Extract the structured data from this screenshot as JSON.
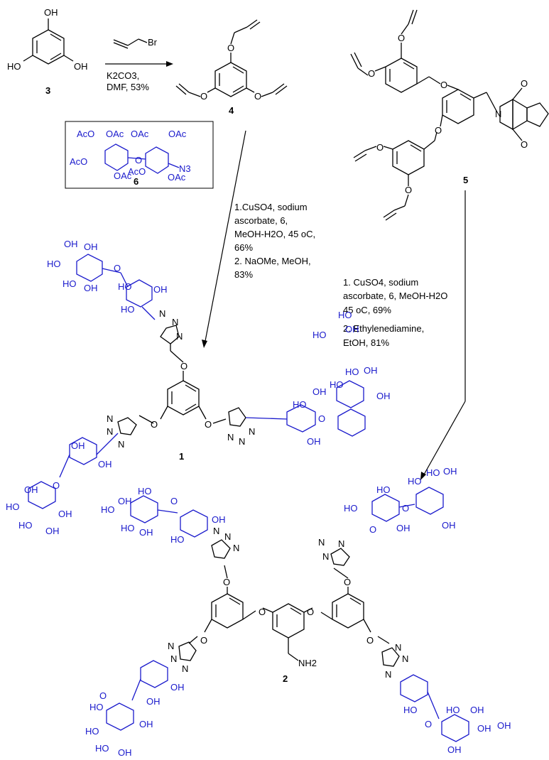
{
  "compounds": {
    "c3": "3",
    "c4": "4",
    "c5": "5",
    "c6": "6",
    "c1": "1",
    "c2": "2"
  },
  "reagent_top": {
    "br": "Br",
    "line1": "K2CO3,",
    "line2": "DMF, 53%"
  },
  "step_mid": {
    "l1": "1.CuSO4, sodium",
    "l2": "ascorbate, 6,",
    "l3": "MeOH-H2O, 45 oC,",
    "l4": "66%",
    "l5": "2. NaOMe, MeOH,",
    "l6": "83%"
  },
  "step_right": {
    "l1": "1. CuSO4, sodium",
    "l2": "ascorbate, 6, MeOH-H2O",
    "l3": "45 oC, 69%",
    "l4": "2. Ethylenediamine,",
    "l5": "EtOH, 81%"
  },
  "atoms": {
    "oh": "OH",
    "ho": "HO",
    "o": "O",
    "n": "N",
    "nh2": "NH2",
    "oac": "OAc",
    "aco": "AcO",
    "n3": "N3"
  },
  "colors": {
    "sugar": "#1a1acc",
    "ink": "#000000"
  }
}
